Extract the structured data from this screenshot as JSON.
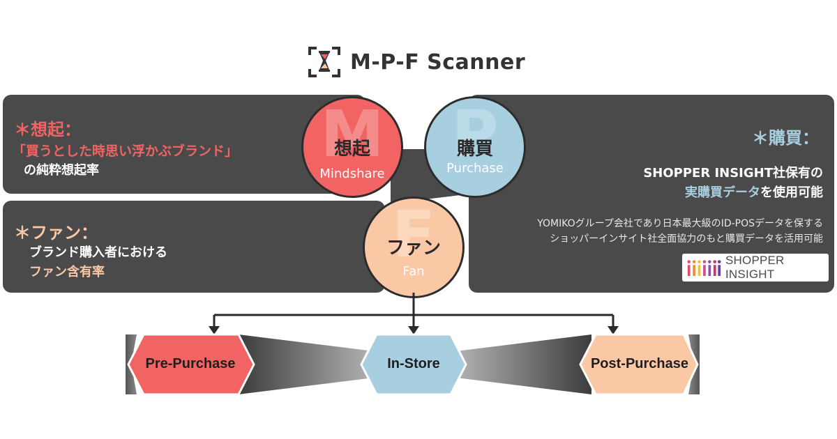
{
  "title": "M-P-F Scanner",
  "colors": {
    "panel": "#4a4a4a",
    "mindshare_red": "#f26464",
    "purchase_blue": "#a8cfe0",
    "fan_peach": "#fbc8a6",
    "asterisk_red": "#f26464",
    "asterisk_peach": "#fbc8a6",
    "asterisk_blue": "#a8cfe0",
    "highlight_blue": "#a8cfe0"
  },
  "circles": {
    "m": {
      "letter": "M",
      "kanji": "想起",
      "english": "Mindshare"
    },
    "p": {
      "letter": "P",
      "kanji": "購買",
      "english": "Purchase"
    },
    "f": {
      "letter": "F",
      "kanji": "ファン",
      "english": "Fan"
    }
  },
  "mindshare": {
    "heading": "＊想起：",
    "line1": "「買うとした時思い浮かぶブランド」",
    "line2": "の純粋想起率"
  },
  "fan": {
    "heading": "＊ファン：",
    "line1": "ブランド購入者における",
    "line2": "ファン含有率"
  },
  "purchase": {
    "heading": "＊購買：",
    "line1": "SHOPPER INSIGHT社保有の",
    "line2_highlight": "実購買データ",
    "line2_rest": "を使用可能",
    "desc1": "YOMIKOグループ会社であり日本最大級のID-POSデータを保する",
    "desc2": "ショッパーインサイト社全面協力のもと購買データを活用可能",
    "logo_text": "SHOPPER INSIGHT"
  },
  "stages": [
    "Pre-Purchase",
    "In-Store",
    "Post-Purchase"
  ],
  "icons": [
    "scanner-icon",
    "shopper-insight-logo-icon"
  ]
}
